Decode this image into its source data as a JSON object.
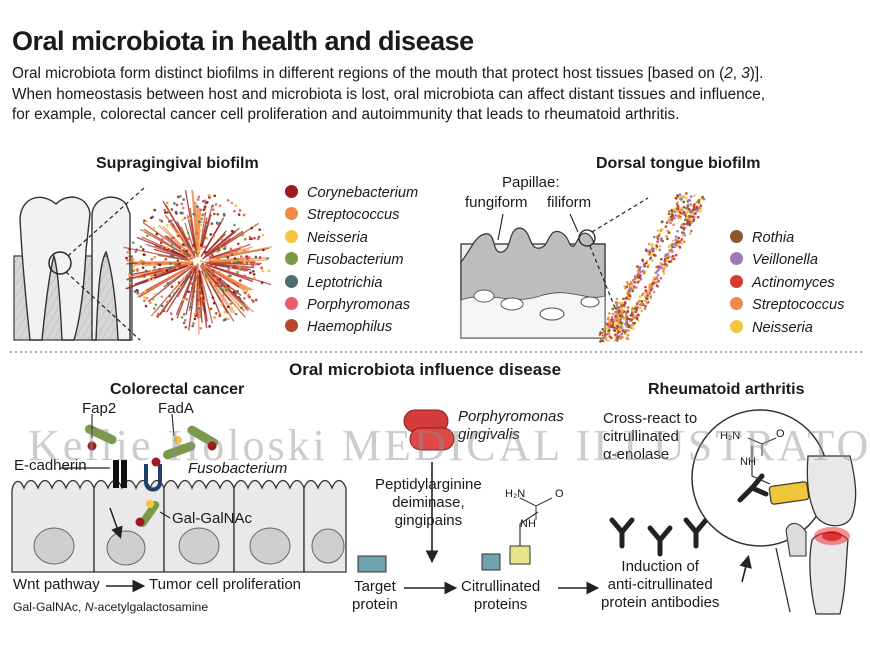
{
  "title": "Oral microbiota in health and disease",
  "intro": {
    "line1_a": "Oral microbiota form distinct biofilms in different regions of the mouth that protect host tissues [based on (",
    "line1_ref1": "2",
    "line1_sep": ", ",
    "line1_ref2": "3",
    "line1_b": ")].",
    "line2": "When homeostasis between host and microbiota is lost, oral microbiota can affect distant tissues and influence,",
    "line3": "for example, colorectal cancer cell proliferation and autoimmunity that leads to rheumatoid arthritis."
  },
  "supragingival": {
    "heading": "Supragingival biofilm",
    "legend": [
      {
        "name": "Corynebacterium",
        "color": "#9b1b1e"
      },
      {
        "name": "Streptococcus",
        "color": "#f08a4b"
      },
      {
        "name": "Neisseria",
        "color": "#f5c542"
      },
      {
        "name": "Fusobacterium",
        "color": "#7a9a4a"
      },
      {
        "name": "Leptotrichia",
        "color": "#4f6f6e"
      },
      {
        "name": "Porphyromonas",
        "color": "#ea5b6b"
      },
      {
        "name": "Haemophilus",
        "color": "#b5482d"
      }
    ]
  },
  "tongue": {
    "heading": "Dorsal tongue biofilm",
    "papillae_label": "Papillae:",
    "fungiform": "fungiform",
    "filiform": "filiform",
    "legend": [
      {
        "name": "Rothia",
        "color": "#8b5a2b"
      },
      {
        "name": "Veillonella",
        "color": "#9b7bb5"
      },
      {
        "name": "Actinomyces",
        "color": "#d63a2f"
      },
      {
        "name": "Streptococcus",
        "color": "#f08a4b"
      },
      {
        "name": "Neisseria",
        "color": "#f5c542"
      }
    ]
  },
  "disease_heading": "Oral microbiota influence disease",
  "colorectal": {
    "heading": "Colorectal cancer",
    "fap2": "Fap2",
    "fada": "FadA",
    "ecadherin": "E-cadherin",
    "fusobacterium": "Fusobacterium",
    "galgalnac": "Gal-GalNAc",
    "wnt": "Wnt pathway",
    "tumor": "Tumor cell proliferation",
    "footnote_a": "Gal-GalNAc, ",
    "footnote_b": "N",
    "footnote_c": "-acetylgalactosamine"
  },
  "pathway": {
    "porphyromonas_1": "Porphyromonas",
    "porphyromonas_2": "gingivalis",
    "enzyme_1": "Peptidylarginine",
    "enzyme_2": "deiminase,",
    "enzyme_3": "gingipains",
    "target_1": "Target",
    "target_2": "protein",
    "citrullinated_1": "Citrullinated",
    "citrullinated_2": "proteins",
    "induction_1": "Induction of",
    "induction_2": "anti-citrullinated",
    "induction_3": "protein antibodies",
    "chem_h2n": "H₂N",
    "chem_o": "O",
    "chem_n": "N",
    "chem_h": "H"
  },
  "ra": {
    "heading": "Rheumatoid arthritis",
    "cross_1": "Cross-react to",
    "cross_2": "citrullinated",
    "cross_3": "α-enolase"
  },
  "watermark": "Kellie Holoski MEDICAL ILLUSTRATOR"
}
